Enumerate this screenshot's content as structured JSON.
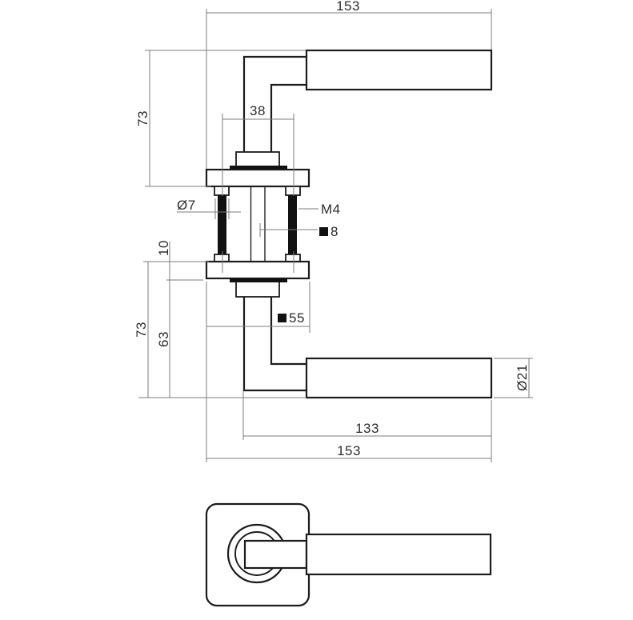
{
  "drawing": {
    "labels": {
      "top_width": "153",
      "upper_height": "73",
      "screw_spacing": "38",
      "screw_head_dia": "Ø7",
      "thread_size": "M4",
      "spindle_size": "8",
      "rosette_thickness": "10",
      "lower_height": "73",
      "rosette_to_grip": "63",
      "rosette_width": "55",
      "grip_dia": "Ø21",
      "lever_length": "133",
      "total_length": "153"
    },
    "colors": {
      "outline": "#1c1c1c",
      "dimension_lines": "#7b7b7b",
      "background": "#ffffff"
    }
  }
}
